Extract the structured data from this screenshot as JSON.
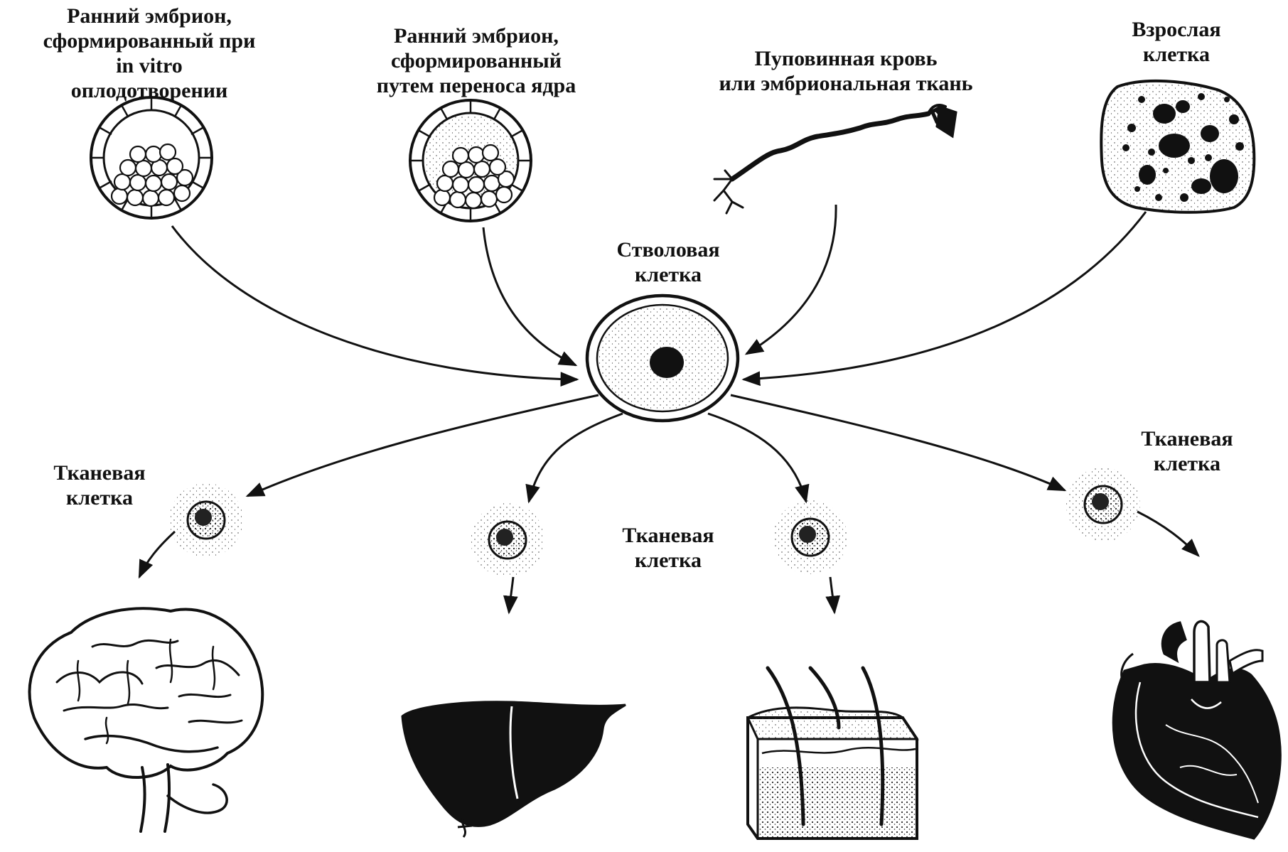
{
  "sources": [
    {
      "id": "ivf-embryo",
      "lines": [
        "Ранний эмбрион,",
        "сформированный при",
        "in vitro",
        "оплодотворении"
      ]
    },
    {
      "id": "nuclear-transfer-embryo",
      "lines": [
        "Ранний эмбрион,",
        "сформированный",
        "путем переноса ядра"
      ]
    },
    {
      "id": "cord-blood",
      "lines": [
        "Пуповинная кровь",
        "или эмбриональная ткань"
      ]
    },
    {
      "id": "adult-cell",
      "lines": [
        "Взрослая",
        "клетка"
      ]
    }
  ],
  "center": {
    "lines": [
      "Стволовая",
      "клетка"
    ]
  },
  "tissue_labels": [
    {
      "id": "left",
      "lines": [
        "Тканевая",
        "клетка"
      ]
    },
    {
      "id": "middle",
      "lines": [
        "Тканевая",
        "клетка"
      ]
    },
    {
      "id": "right",
      "lines": [
        "Тканевая",
        "клетка"
      ]
    }
  ],
  "organs": [
    "brain-icon",
    "liver-icon",
    "skin-icon",
    "heart-icon"
  ]
}
